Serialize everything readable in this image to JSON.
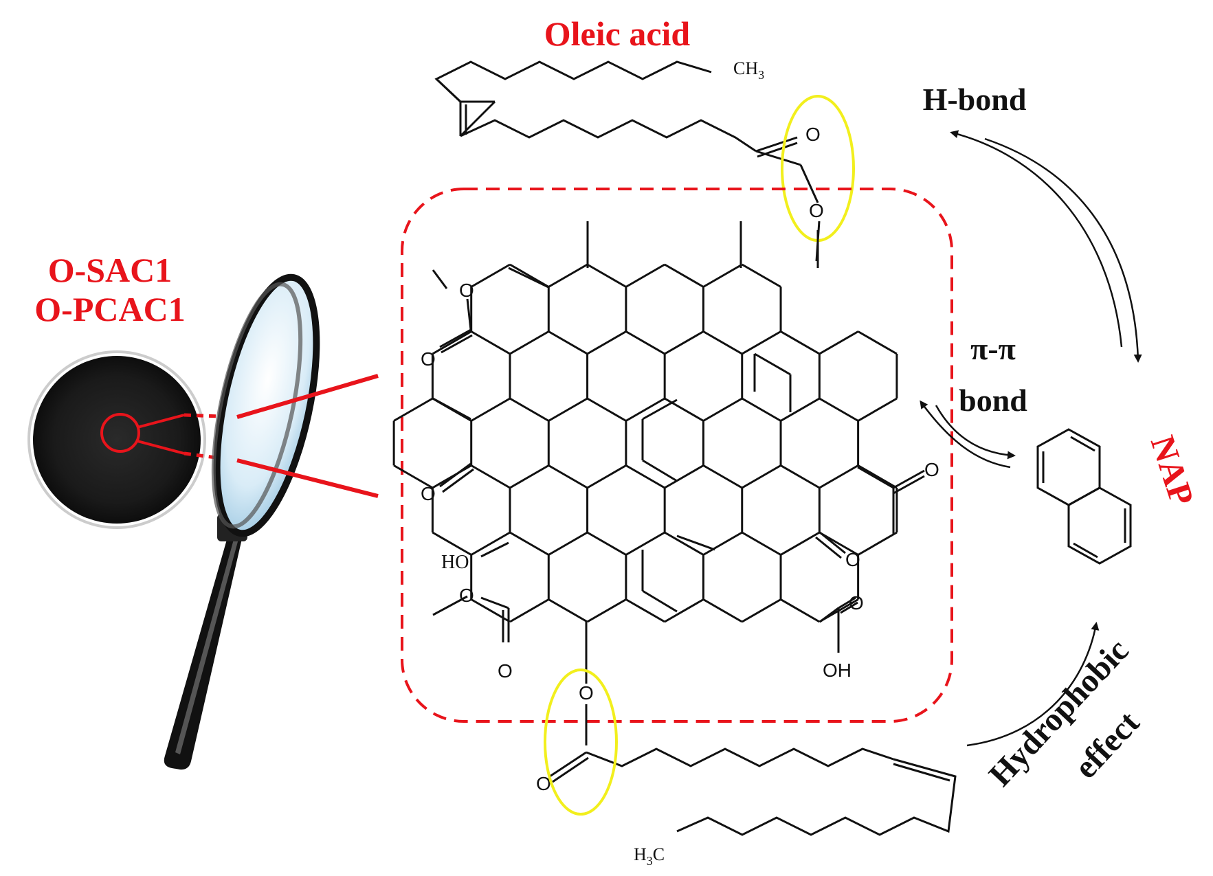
{
  "labels": {
    "oleic_acid": "Oleic acid",
    "sample_1": "O-SAC1",
    "sample_2": "O-PCAC1",
    "h_bond": "H-bond",
    "pi_pi_1": "π-π",
    "pi_pi_2": "bond",
    "nap": "NAP",
    "hydrophobic_1": "Hydrophobic",
    "hydrophobic_2": "effect"
  },
  "atoms": {
    "ch3": "CH",
    "ch3_sub": "3",
    "h3c_h": "H",
    "h3c_sub": "3",
    "h3c_c": "C",
    "o": "O",
    "ho": "HO",
    "oh": "OH"
  },
  "colors": {
    "red": "#e8141b",
    "yellow": "#f2ef1d",
    "black": "#111111",
    "lens": "#cfe4f2"
  },
  "icons": {
    "magnifier": "magnifying-glass-icon",
    "sample": "carbon-powder-sample"
  }
}
